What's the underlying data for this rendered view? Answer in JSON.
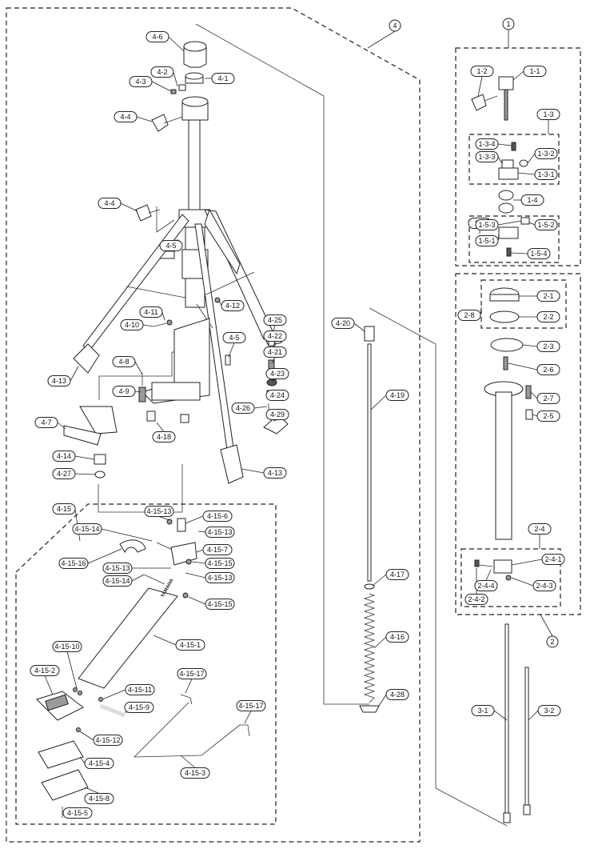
{
  "groups": [
    {
      "id": "1",
      "label": "1"
    },
    {
      "id": "2",
      "label": "2"
    },
    {
      "id": "4",
      "label": "4"
    }
  ],
  "labels": [
    {
      "key": "4-6",
      "text": "4-6"
    },
    {
      "key": "4-2",
      "text": "4-2"
    },
    {
      "key": "4-1",
      "text": "4-1"
    },
    {
      "key": "4-3",
      "text": "4-3"
    },
    {
      "key": "4-4a",
      "text": "4-4"
    },
    {
      "key": "4-4b",
      "text": "4-4"
    },
    {
      "key": "4-5a",
      "text": "4-5"
    },
    {
      "key": "4-12",
      "text": "4-12"
    },
    {
      "key": "4-11",
      "text": "4-11"
    },
    {
      "key": "4-10",
      "text": "4-10"
    },
    {
      "key": "4-5b",
      "text": "4-5"
    },
    {
      "key": "4-25",
      "text": "4-25"
    },
    {
      "key": "4-22",
      "text": "4-22"
    },
    {
      "key": "4-21",
      "text": "4-21"
    },
    {
      "key": "4-13a",
      "text": "4-13"
    },
    {
      "key": "4-8",
      "text": "4-8"
    },
    {
      "key": "4-23",
      "text": "4-23"
    },
    {
      "key": "4-9",
      "text": "4-9"
    },
    {
      "key": "4-24",
      "text": "4-24"
    },
    {
      "key": "4-26",
      "text": "4-26"
    },
    {
      "key": "4-29",
      "text": "4-29"
    },
    {
      "key": "4-7",
      "text": "4-7"
    },
    {
      "key": "4-18",
      "text": "4-18"
    },
    {
      "key": "4-14",
      "text": "4-14"
    },
    {
      "key": "4-13b",
      "text": "4-13"
    },
    {
      "key": "4-27",
      "text": "4-27"
    },
    {
      "key": "4-15",
      "text": "4-15"
    },
    {
      "key": "4-15-13a",
      "text": "4-15-13"
    },
    {
      "key": "4-15-6",
      "text": "4-15-6"
    },
    {
      "key": "4-15-14a",
      "text": "4-15-14"
    },
    {
      "key": "4-15-13b",
      "text": "4-15-13"
    },
    {
      "key": "4-15-7",
      "text": "4-15-7"
    },
    {
      "key": "4-15-16",
      "text": "4-15-16"
    },
    {
      "key": "4-15-15a",
      "text": "4-15-15"
    },
    {
      "key": "4-15-13c",
      "text": "4-15-13"
    },
    {
      "key": "4-15-13d",
      "text": "4-15-13"
    },
    {
      "key": "4-15-14b",
      "text": "4-15-14"
    },
    {
      "key": "4-15-15b",
      "text": "4-15-15"
    },
    {
      "key": "4-15-1",
      "text": "4-15-1"
    },
    {
      "key": "4-15-10",
      "text": "4-15-10"
    },
    {
      "key": "4-15-2",
      "text": "4-15-2"
    },
    {
      "key": "4-15-11",
      "text": "4-15-11"
    },
    {
      "key": "4-15-17a",
      "text": "4-15-17"
    },
    {
      "key": "4-15-9",
      "text": "4-15-9"
    },
    {
      "key": "4-15-17b",
      "text": "4-15-17"
    },
    {
      "key": "4-15-12",
      "text": "4-15-12"
    },
    {
      "key": "4-15-4",
      "text": "4-15-4"
    },
    {
      "key": "4-15-3",
      "text": "4-15-3"
    },
    {
      "key": "4-15-8",
      "text": "4-15-8"
    },
    {
      "key": "4-15-5",
      "text": "4-15-5"
    },
    {
      "key": "4-20",
      "text": "4-20"
    },
    {
      "key": "4-19",
      "text": "4-19"
    },
    {
      "key": "4-17",
      "text": "4-17"
    },
    {
      "key": "4-16",
      "text": "4-16"
    },
    {
      "key": "4-28",
      "text": "4-28"
    },
    {
      "key": "1-2",
      "text": "1-2"
    },
    {
      "key": "1-1",
      "text": "1-1"
    },
    {
      "key": "1-3",
      "text": "1-3"
    },
    {
      "key": "1-3-4",
      "text": "1-3-4"
    },
    {
      "key": "1-3-2",
      "text": "1-3-2"
    },
    {
      "key": "1-3-3",
      "text": "1-3-3"
    },
    {
      "key": "1-3-1",
      "text": "1-3-1"
    },
    {
      "key": "1-4",
      "text": "1-4"
    },
    {
      "key": "1-5",
      "text": "1-5"
    },
    {
      "key": "1-5-3",
      "text": "1-5-3"
    },
    {
      "key": "1-5-2",
      "text": "1-5-2"
    },
    {
      "key": "1-5-1",
      "text": "1-5-1"
    },
    {
      "key": "1-5-4",
      "text": "1-5-4"
    },
    {
      "key": "2-1",
      "text": "2-1"
    },
    {
      "key": "2-8",
      "text": "2-8"
    },
    {
      "key": "2-2",
      "text": "2-2"
    },
    {
      "key": "2-3",
      "text": "2-3"
    },
    {
      "key": "2-6",
      "text": "2-6"
    },
    {
      "key": "2-7",
      "text": "2-7"
    },
    {
      "key": "2-5",
      "text": "2-5"
    },
    {
      "key": "2-4",
      "text": "2-4"
    },
    {
      "key": "2-4-1",
      "text": "2-4-1"
    },
    {
      "key": "2-4-4",
      "text": "2-4-4"
    },
    {
      "key": "2-4-3",
      "text": "2-4-3"
    },
    {
      "key": "2-4-2",
      "text": "2-4-2"
    },
    {
      "key": "3-1",
      "text": "3-1"
    },
    {
      "key": "3-2",
      "text": "3-2"
    }
  ],
  "brand_mark": "YAMAHA"
}
